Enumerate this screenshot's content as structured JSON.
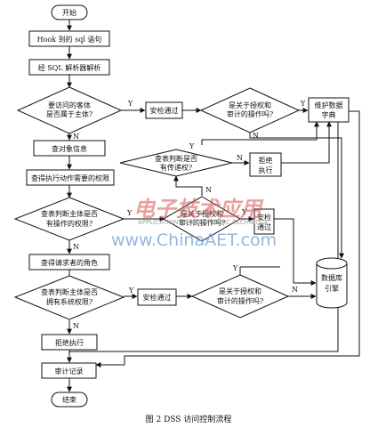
{
  "diagram": {
    "nodes": {
      "start": "开始",
      "hook": "Hook 到的 sql 语句",
      "parse": "经 SQL 解析器解析",
      "d_subject": [
        "要访问的客体",
        "是否属于主体?"
      ],
      "sec1": "安检通过",
      "d_auth1": [
        "是关于授权和",
        "审计的操作吗?"
      ],
      "maintain": [
        "维护数据",
        "字典"
      ],
      "check_obj": "查对象信息",
      "get_perm": "查得执行动作需要的权限",
      "d_pass": [
        "查表判断是否",
        "有传递权?"
      ],
      "reject2": [
        "拒绝",
        "执行"
      ],
      "d_op": [
        "查表判断主体是否",
        "有操作的权限?"
      ],
      "d_auth2": [
        "是关于授权和",
        "审计的操作吗?"
      ],
      "sec2": [
        "安检",
        "通过"
      ],
      "get_role": "查得请求者的角色",
      "db": [
        "数据库",
        "引擎"
      ],
      "d_sys": [
        "查表判断主体是否",
        "拥有系统权限?"
      ],
      "sec3": "安检通过",
      "d_auth3": [
        "是关于授权和",
        "审计的操作吗?"
      ],
      "reject": "拒绝执行",
      "audit": "审计记录",
      "end": "结束"
    },
    "yes": "Y",
    "no": "N",
    "caption": "图 2   DSS 访问控制流程"
  },
  "watermark": {
    "cn": "电子技术应用",
    "en": "APPLICATION OF ELECTRONIC TECHNIQUE",
    "url": "www.ChinaAET.com"
  }
}
